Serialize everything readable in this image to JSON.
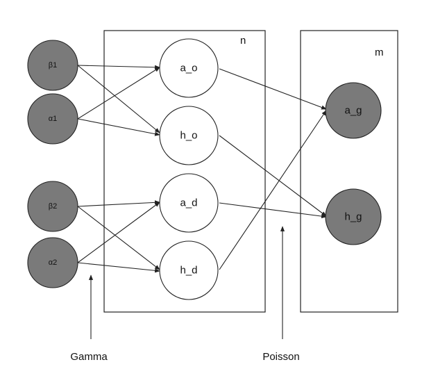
{
  "plates": {
    "n_label": "n",
    "m_label": "m"
  },
  "nodes": {
    "beta1": "β1",
    "alpha1": "α1",
    "beta2": "β2",
    "alpha2": "α2",
    "a_o": "a_o",
    "h_o": "h_o",
    "a_d": "a_d",
    "h_d": "h_d",
    "a_g": "a_g",
    "h_g": "h_g"
  },
  "captions": {
    "gamma": "Gamma",
    "poisson": "Poisson"
  },
  "colors": {
    "observed_fill": "#7a7a7a",
    "latent_fill": "#ffffff",
    "stroke": "#222222"
  }
}
